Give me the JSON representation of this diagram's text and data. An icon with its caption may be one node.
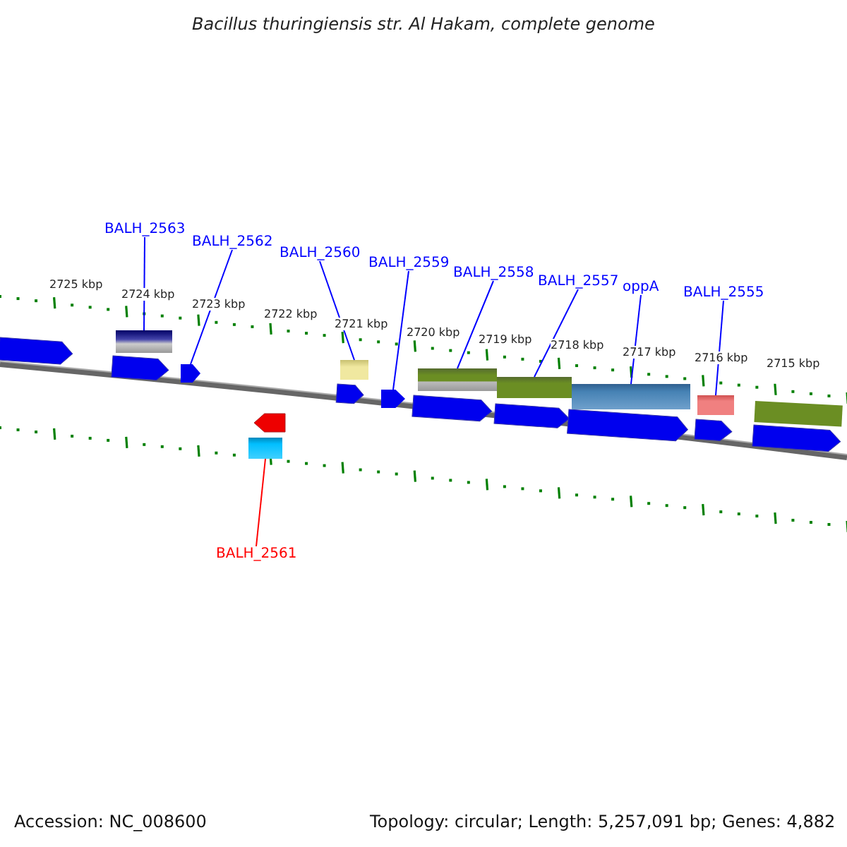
{
  "diagram": {
    "title": "Bacillus thuringiensis str. Al Hakam, complete genome",
    "nodes": [
      {
        "text": [
          "BALH_2563"
        ]
      },
      {
        "text": [
          "BALH_2562"
        ]
      },
      {
        "text": [
          "BALH_2560"
        ]
      },
      {
        "text": [
          "BALH_2559"
        ]
      },
      {
        "text": [
          "BALH_2558"
        ]
      },
      {
        "text": [
          "BALH_2557"
        ]
      },
      {
        "text": [
          "oppA"
        ]
      },
      {
        "text": [
          "BALH_2555"
        ]
      },
      {
        "text": [
          "BALH_2561"
        ]
      },
      {
        "text": [],
        "shape": "bar"
      },
      {
        "text": [],
        "shape": "arrow"
      },
      {
        "text": [],
        "shape": "bar"
      },
      {
        "text": [],
        "shape": "arrow"
      },
      {
        "text": [],
        "shape": "bar"
      },
      {
        "text": [],
        "shape": "bar"
      },
      {
        "text": [],
        "shape": "bar"
      },
      {
        "text": [],
        "shape": "bar"
      },
      {
        "text": [],
        "shape": "bar"
      }
    ],
    "edges": [
      {
        "from": 0,
        "to": 9,
        "arrow": "none"
      },
      {
        "from": 1,
        "to": 10,
        "arrow": "none"
      },
      {
        "from": 2,
        "to": 11,
        "arrow": "none"
      },
      {
        "from": 3,
        "to": 12,
        "arrow": "none"
      },
      {
        "from": 4,
        "to": 13,
        "arrow": "none"
      },
      {
        "from": 5,
        "to": 14,
        "arrow": "none"
      },
      {
        "from": 6,
        "to": 15,
        "arrow": "none"
      },
      {
        "from": 7,
        "to": 16,
        "arrow": "none"
      },
      {
        "from": 8,
        "to": 17,
        "arrow": "none",
        "color": "#ff0000"
      }
    ],
    "labels": [
      "2725 kbp",
      "2724 kbp",
      "2723 kbp",
      "2722 kbp",
      "2721 kbp",
      "2720 kbp",
      "2719 kbp",
      "2718 kbp",
      "2717 kbp",
      "2716 kbp",
      "2715 kbp",
      "Accession: NC_008600",
      "Topology: circular; Length: 5,257,091 bp; Genes: 4,882"
    ]
  }
}
